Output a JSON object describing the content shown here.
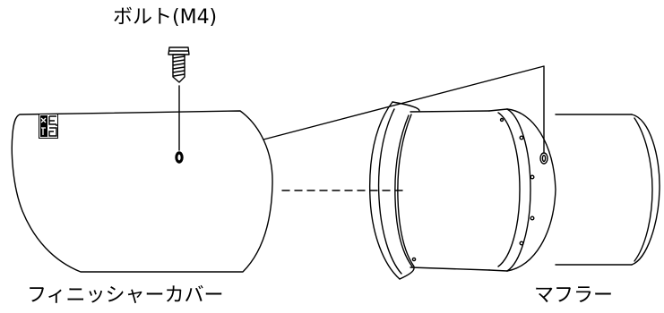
{
  "labels": {
    "bolt": "ボルト(M4)",
    "finisher_cover": "フィニッシャーカバー",
    "muffler": "マフラー"
  },
  "logo": {
    "text": "KS"
  },
  "colors": {
    "line": "#000000",
    "background": "#ffffff"
  }
}
